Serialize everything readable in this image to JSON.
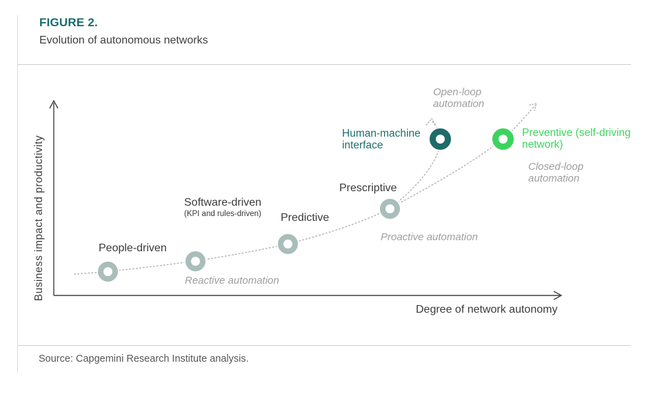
{
  "figure": {
    "label": "FIGURE 2.",
    "title": "Evolution of autonomous networks",
    "source": "Source: Capgemini Research Institute analysis."
  },
  "chart": {
    "y_axis_label": "Business impact and productivity",
    "x_axis_label": "Degree of network autonomy",
    "stages": [
      {
        "label": "People-driven",
        "color": "#a9bdba"
      },
      {
        "label": "Software-driven",
        "sublabel": "(KPI and rules-driven)",
        "color": "#a9bdba"
      },
      {
        "label": "Predictive",
        "color": "#a9bdba"
      },
      {
        "label": "Prescriptive",
        "color": "#a9bdba"
      },
      {
        "label": "Human-machine interface",
        "color": "#1e6b69",
        "text_color": "#1f6f6d"
      },
      {
        "label": "Preventive (self-driving network)",
        "color": "#3bd35e",
        "text_color": "#3ed65f"
      }
    ],
    "annotations": [
      "Reactive automation",
      "Proactive automation",
      "Open-loop automation",
      "Closed-loop automation"
    ]
  },
  "colors": {
    "teal": "#1f6f6d",
    "green": "#3ed65f",
    "gray_ring": "#a9bdba",
    "dotted_line": "#b3b7b6",
    "axis": "#3f3f3f"
  }
}
